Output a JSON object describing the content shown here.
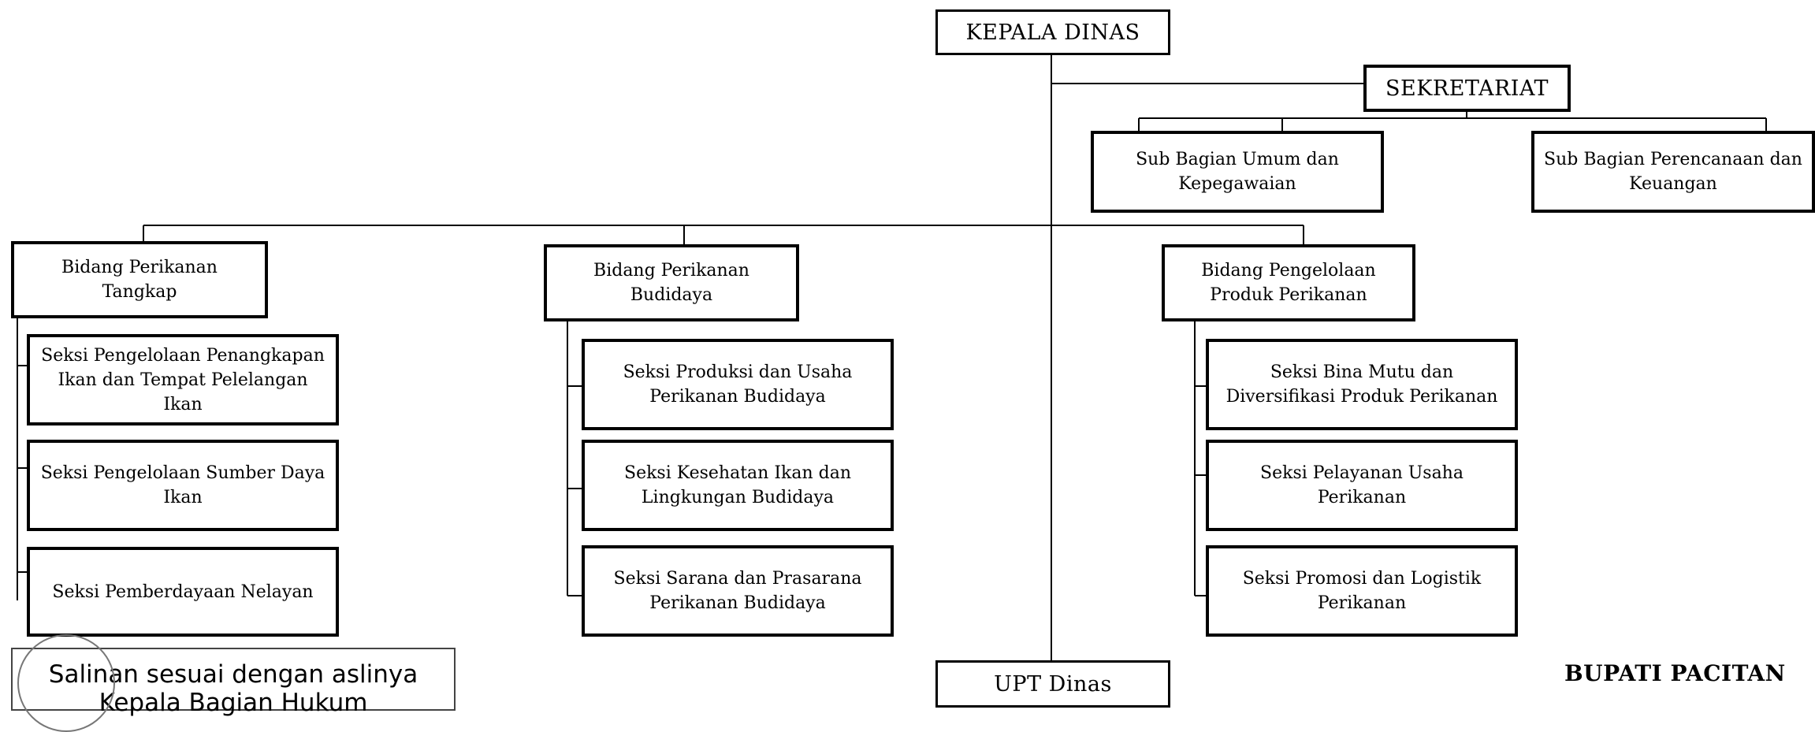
{
  "chart": {
    "kepala_dinas": "KEPALA DINAS",
    "sekretariat": "SEKRETARIAT",
    "sub_umum": "Sub Bagian Umum dan Kepegawaian",
    "sub_perencanaan": "Sub Bagian Perencanaan dan Keuangan",
    "bidang_tangkap": "Bidang Perikanan Tangkap",
    "bidang_budidaya": "Bidang Perikanan Budidaya",
    "bidang_produk": "Bidang Pengelolaan Produk Perikanan",
    "seksi_tangkap_1": "Seksi Pengelolaan Penangkapan Ikan dan Tempat Pelelangan Ikan",
    "seksi_tangkap_2": "Seksi Pengelolaan Sumber Daya Ikan",
    "seksi_tangkap_3": "Seksi Pemberdayaan Nelayan",
    "seksi_budidaya_1": "Seksi Produksi dan Usaha Perikanan Budidaya",
    "seksi_budidaya_2": "Seksi Kesehatan Ikan dan Lingkungan Budidaya",
    "seksi_budidaya_3": "Seksi Sarana dan Prasarana Perikanan Budidaya",
    "seksi_produk_1": "Seksi Bina Mutu dan Diversifikasi Produk Perikanan",
    "seksi_produk_2": "Seksi Pelayanan Usaha Perikanan",
    "seksi_produk_3": "Seksi Promosi dan Logistik Perikanan",
    "upt": "UPT Dinas"
  },
  "footer": {
    "copy_note": "Salinan sesuai dengan aslinya Kepala Bagian Hukum",
    "signature_title": "BUPATI PACITAN"
  },
  "colors": {
    "line": "#000000",
    "box_border": "#000000",
    "background": "#ffffff"
  }
}
